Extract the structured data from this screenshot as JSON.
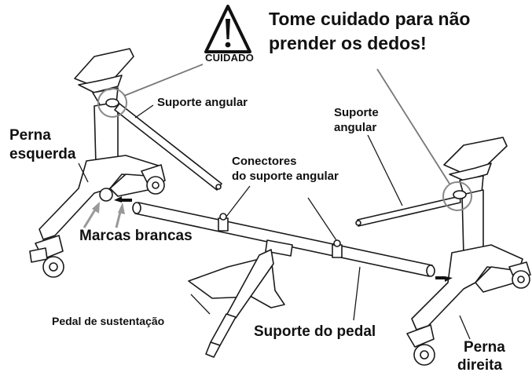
{
  "warning": {
    "badge": "CUIDADO",
    "caution_line1": "Tome cuidado para não",
    "caution_line2": "prender os dedos!"
  },
  "labels": {
    "left_leg_line1": "Perna",
    "left_leg_line2": "esquerda",
    "right_leg_line1": "Perna",
    "right_leg_line2": "direita",
    "angle_support_left": "Suporte angular",
    "angle_support_right_line1": "Suporte",
    "angle_support_right_line2": "angular",
    "connectors_line1": "Conectores",
    "connectors_line2": "do suporte angular",
    "white_marks": "Marcas brancas",
    "sustain_pedal": "Pedal de sustentação",
    "pedal_support": "Suporte do pedal"
  },
  "colors": {
    "line": "#1a1a1a",
    "leader": "#777777",
    "white_mark_arrow": "#999999"
  }
}
